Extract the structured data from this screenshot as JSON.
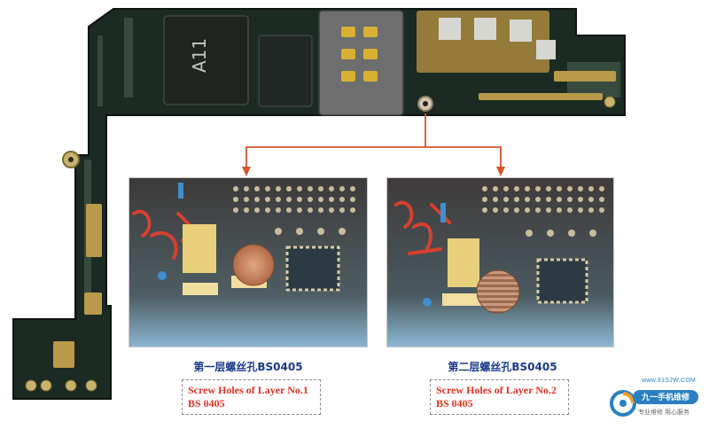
{
  "captions": [
    {
      "cn": "第一层螺丝孔BS0405",
      "en_line1": "Screw Holes of Layer No.1",
      "en_line2": "BS 0405"
    },
    {
      "cn": "第二层螺丝孔BS0405",
      "en_line1": "Screw Holes of Layer No.2",
      "en_line2": "BS 0405"
    }
  ],
  "chips": {
    "soc": "A11",
    "logo": ""
  },
  "watermark": {
    "url": "www.91SJW.COM",
    "brand": "九一手机维修",
    "slogan": "专业维修 用心服务"
  },
  "colors": {
    "caption_cn": "#1a3a8a",
    "caption_en": "#e0321f",
    "arrow": "#d9532c",
    "board": "#1b2a22"
  }
}
